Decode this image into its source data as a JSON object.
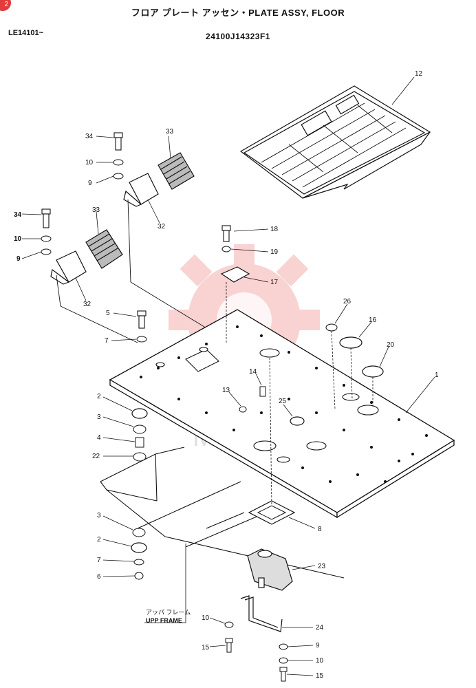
{
  "header": {
    "title": "フロア プレート アッセン・PLATE ASSY, FLOOR",
    "serial": "LE14101~",
    "part_number": "24100J14323F1",
    "corner_badge": "2"
  },
  "watermark": {
    "text": "MHTEX",
    "color": "#f0a0a0"
  },
  "frame_label": {
    "jp": "アッパ フレーム",
    "en": "UPP FRAME"
  },
  "callouts": {
    "c12": "12",
    "c34a": "34",
    "c33a": "33",
    "c10a": "10",
    "c9a": "9",
    "c32a": "32",
    "c34b": "34",
    "c33b": "33",
    "c10b": "10",
    "c9b": "9",
    "c32b": "32",
    "c18": "18",
    "c19": "19",
    "c17": "17",
    "c26": "26",
    "c16": "16",
    "c20": "20",
    "c5": "5",
    "c7a": "7",
    "c1": "1",
    "c14": "14",
    "c13": "13",
    "c25": "25",
    "c2a": "2",
    "c3a": "3",
    "c4": "4",
    "c22": "22",
    "c8": "8",
    "c3b": "3",
    "c2b": "2",
    "c7b": "7",
    "c6": "6",
    "c23": "23",
    "c10c": "10",
    "c24": "24",
    "c15a": "15",
    "c9c": "9",
    "c10d": "10",
    "c15b": "15"
  }
}
